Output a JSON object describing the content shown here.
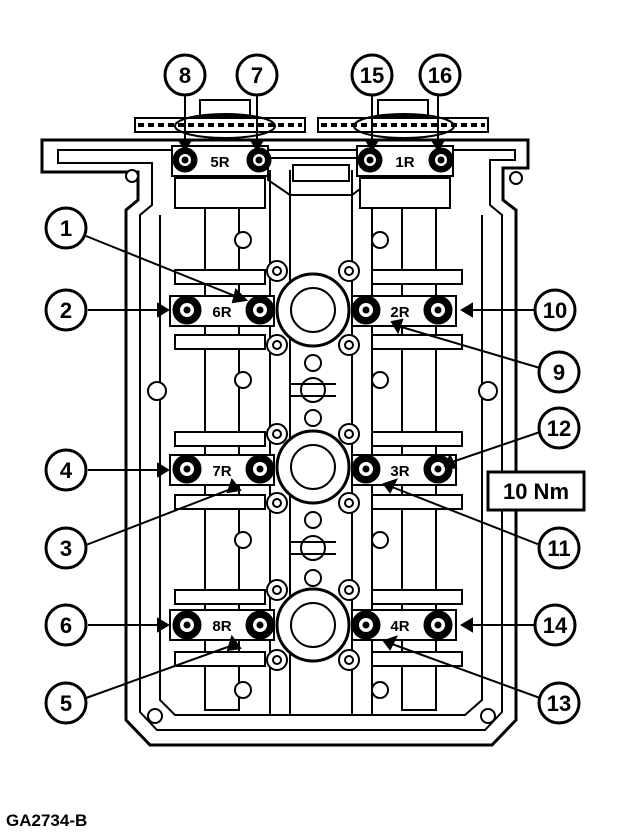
{
  "figure": {
    "id": "GA2734-B",
    "torque_spec": "10 Nm"
  },
  "bearing_caps": [
    "5R",
    "1R",
    "6R",
    "2R",
    "7R",
    "3R",
    "8R",
    "4R"
  ],
  "callouts": [
    "1",
    "2",
    "3",
    "4",
    "5",
    "6",
    "7",
    "8",
    "9",
    "10",
    "11",
    "12",
    "13",
    "14",
    "15",
    "16"
  ]
}
